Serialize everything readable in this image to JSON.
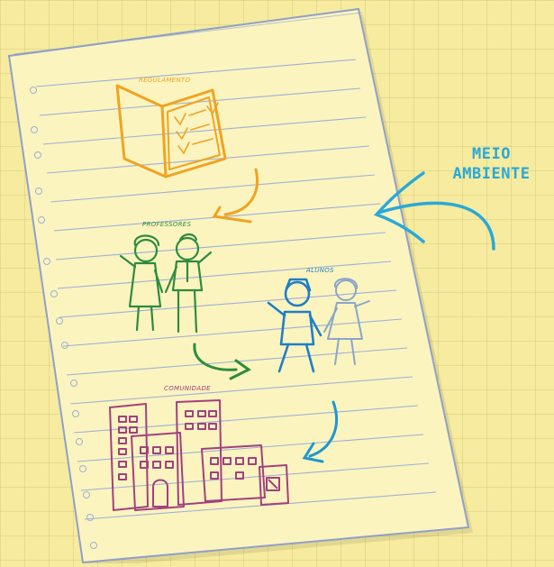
{
  "labels": {
    "regulamento": "REGULAMENTO",
    "professores": "PROFESSORES",
    "alunos": "ALUNOS",
    "comunidade": "COMUNIDADE"
  },
  "title": {
    "line1": "MEIO",
    "line2": "AMBIENTE"
  },
  "colors": {
    "background": "#f6eb9e",
    "paper": "#fbf4bf",
    "paper_outline": "#8fa0c9",
    "regulamento": "#f0a321",
    "professores": "#2e8b3e",
    "alunos": "#1f7fc7",
    "alunos_girl": "#8aa6c8",
    "comunidade": "#a2407e",
    "title": "#2aa8d8",
    "arrows_orange": "#f0a321",
    "arrows_green": "#2e8b3e",
    "arrows_blue": "#1f96cf"
  }
}
